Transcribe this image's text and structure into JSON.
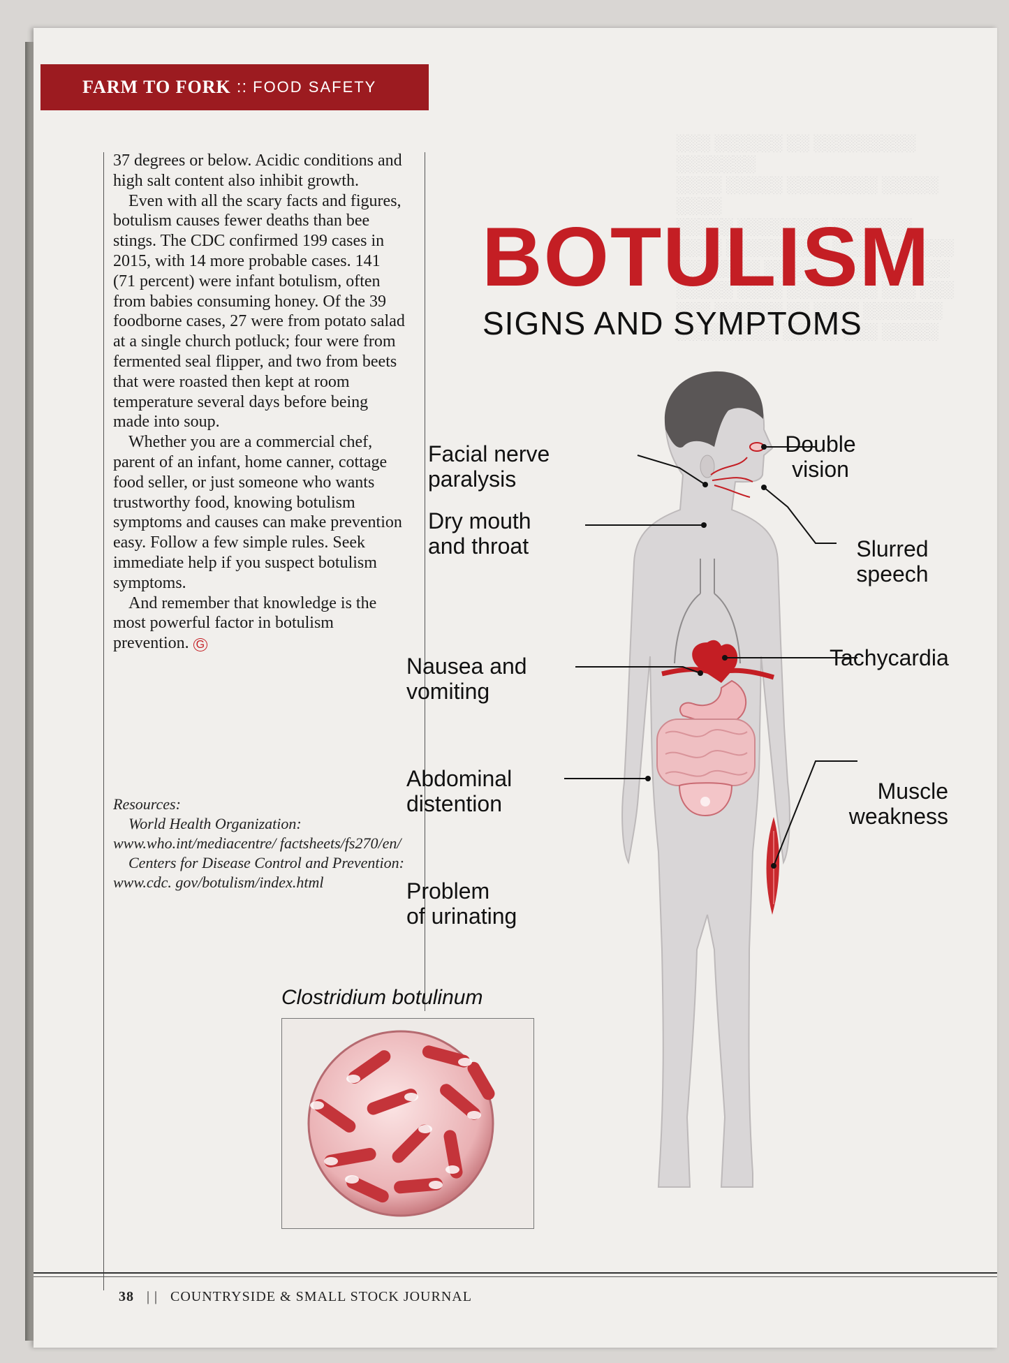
{
  "header": {
    "section": "FARM TO FORK",
    "separator": "::",
    "subsection": "FOOD SAFETY"
  },
  "article": {
    "p1": "37 degrees or below. Acidic conditions and high salt content also inhibit growth.",
    "p2": "Even with all the scary facts and figures, botulism causes fewer deaths than bee stings. The CDC confirmed 199 cases in 2015, with 14 more probable cases. 141 (71 percent) were infant botulism, often from babies consuming honey. Of the 39 foodborne cases, 27 were from potato salad at a single church potluck; four were from fermented seal flipper, and two from beets that were roasted then kept at room temperature several days before being made into soup.",
    "p3": "Whether you are a commercial chef, parent of an infant, home canner, cottage food seller, or just someone who wants trustworthy food, knowing botulism symptoms and causes can make prevention easy. Follow a few simple rules. Seek immediate help if you suspect botulism symptoms.",
    "p4": "And remember that knowledge is the most powerful factor in botulism prevention.",
    "end_mark": "G"
  },
  "resources": {
    "heading": "Resources:",
    "r1": "World Health Organization: www.who.int/mediacentre/ factsheets/fs270/en/",
    "r2": "Centers for Disease Control and Prevention: www.cdc. gov/botulism/index.html"
  },
  "infographic": {
    "title": "BOTULISM",
    "subtitle": "SIGNS AND SYMPTOMS",
    "labels": {
      "facial_1": "Facial nerve",
      "facial_2": "paralysis",
      "dry_1": "Dry mouth",
      "dry_2": "and throat",
      "nausea_1": "Nausea and",
      "nausea_2": "vomiting",
      "abd_1": "Abdominal",
      "abd_2": "distention",
      "uri_1": "Problem",
      "uri_2": "of urinating",
      "dbl_1": "Double",
      "dbl_2": "vision",
      "slur_1": "Slurred",
      "slur_2": "speech",
      "tachy": "Tachycardia",
      "muscle_1": "Muscle",
      "muscle_2": "weakness"
    },
    "bacteria_title": "Clostridium botulinum",
    "colors": {
      "red": "#c41e24",
      "body": "#d8d5d6",
      "hair": "#5a5656"
    }
  },
  "footer": {
    "page_number": "38",
    "separator": "| |",
    "publication": "COUNTRYSIDE & SMALL STOCK JOURNAL"
  }
}
